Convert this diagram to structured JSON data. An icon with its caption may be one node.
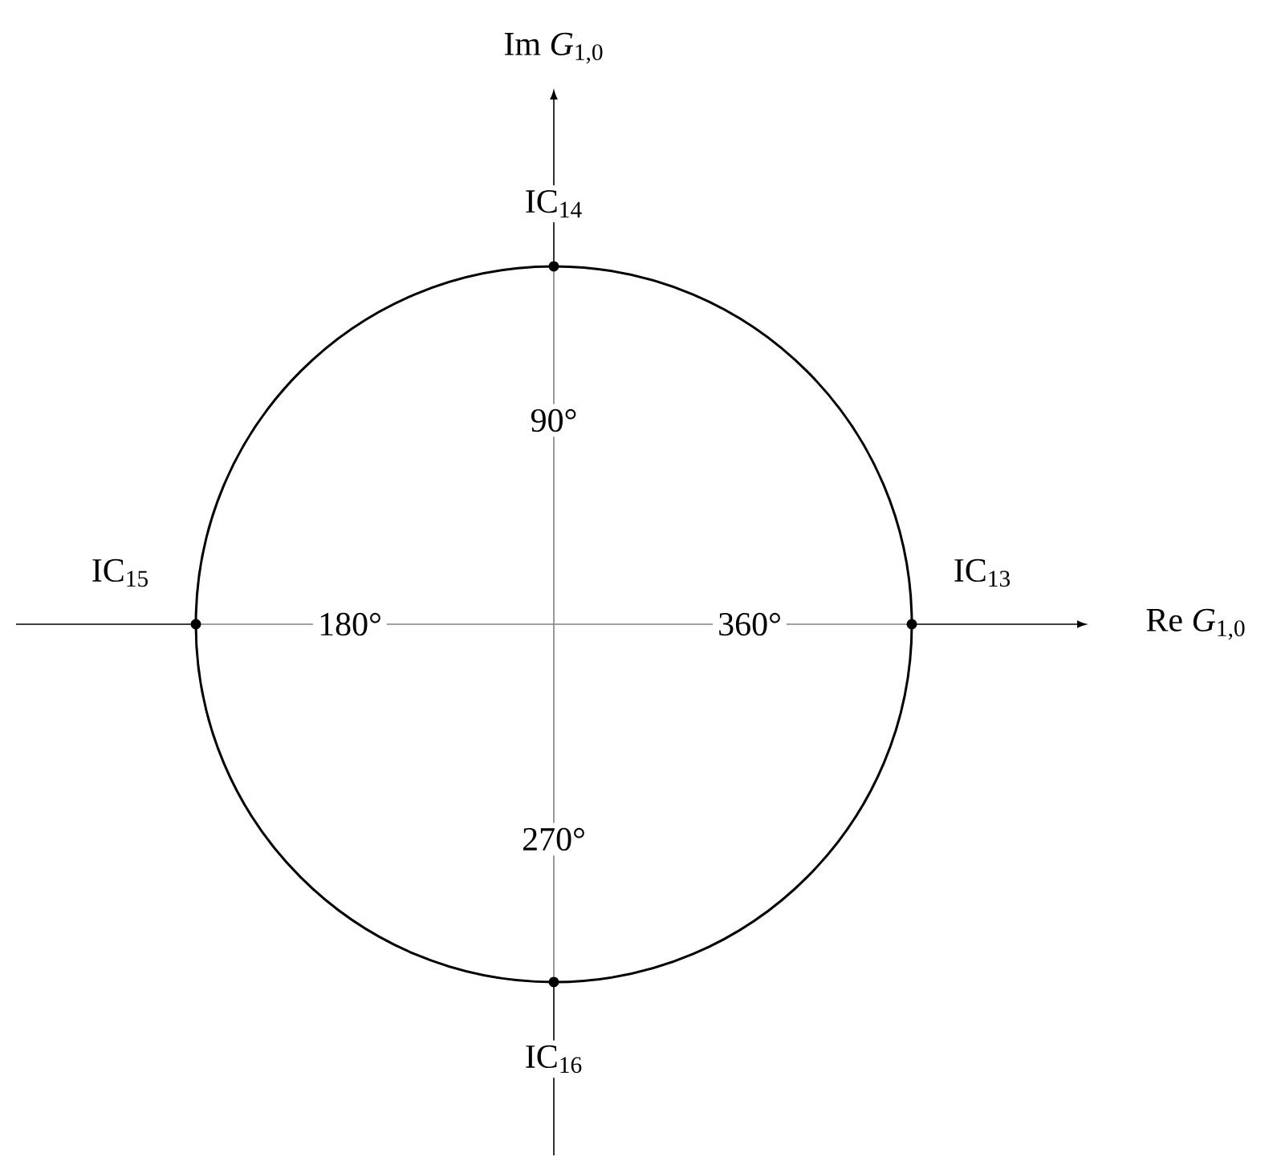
{
  "diagram": {
    "labels": [
      "Im *G*$_{1,0}$",
      "IC$_{14}$",
      "90°",
      "IC$_{15}$",
      "180°",
      "360°",
      "IC$_{13}$",
      "Re *G*$_{1,0}$",
      "270°",
      "IC$_{16}$"
    ]
  }
}
